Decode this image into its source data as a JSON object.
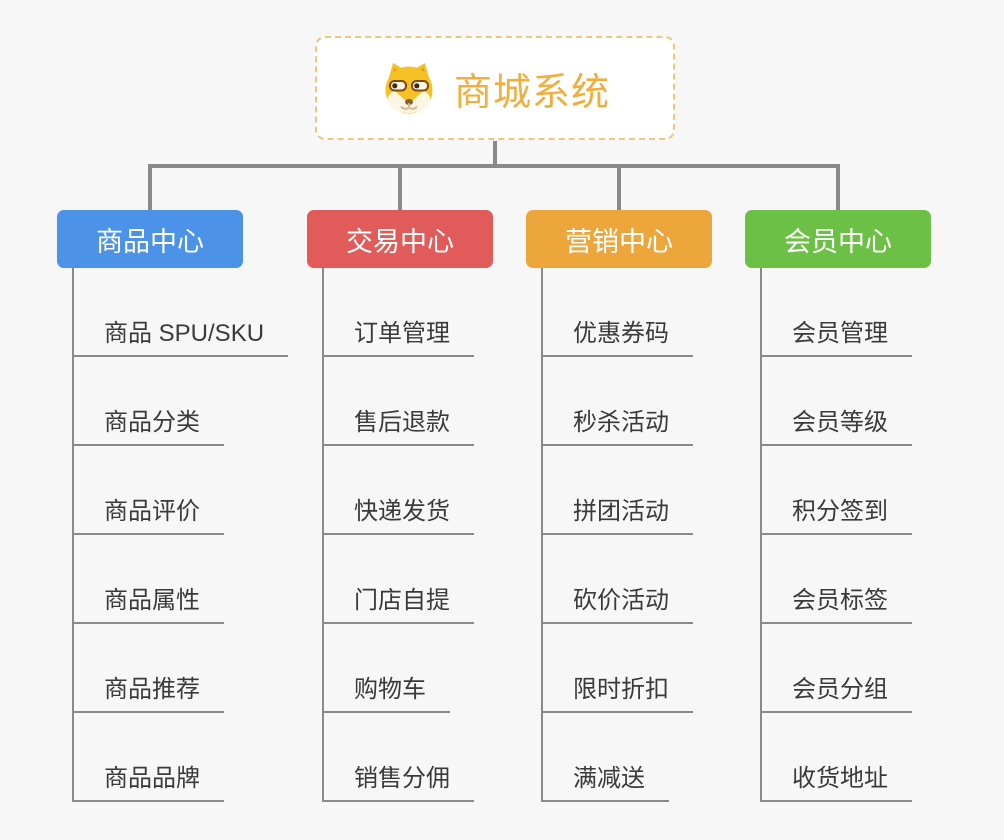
{
  "root": {
    "title": "商城系统",
    "icon": "shiba-dog-icon",
    "title_color": "#F1AE3D",
    "border_color": "#F2C57E",
    "background": "#FFFFFF"
  },
  "canvas_background": "#F7F7F7",
  "connector_color": "#8A8A8A",
  "leaf_text_color": "#3A3A3A",
  "branches": [
    {
      "label": "商品中心",
      "color": "#4B92E8",
      "children": [
        "商品 SPU/SKU",
        "商品分类",
        "商品评价",
        "商品属性",
        "商品推荐",
        "商品品牌"
      ]
    },
    {
      "label": "交易中心",
      "color": "#E25B5B",
      "children": [
        "订单管理",
        "售后退款",
        "快递发货",
        "门店自提",
        "购物车",
        "销售分佣"
      ]
    },
    {
      "label": "营销中心",
      "color": "#EDA63C",
      "children": [
        "优惠券码",
        "秒杀活动",
        "拼团活动",
        "砍价活动",
        "限时折扣",
        "满减送"
      ]
    },
    {
      "label": "会员中心",
      "color": "#6DC046",
      "children": [
        "会员管理",
        "会员等级",
        "积分签到",
        "会员标签",
        "会员分组",
        "收货地址"
      ]
    }
  ]
}
